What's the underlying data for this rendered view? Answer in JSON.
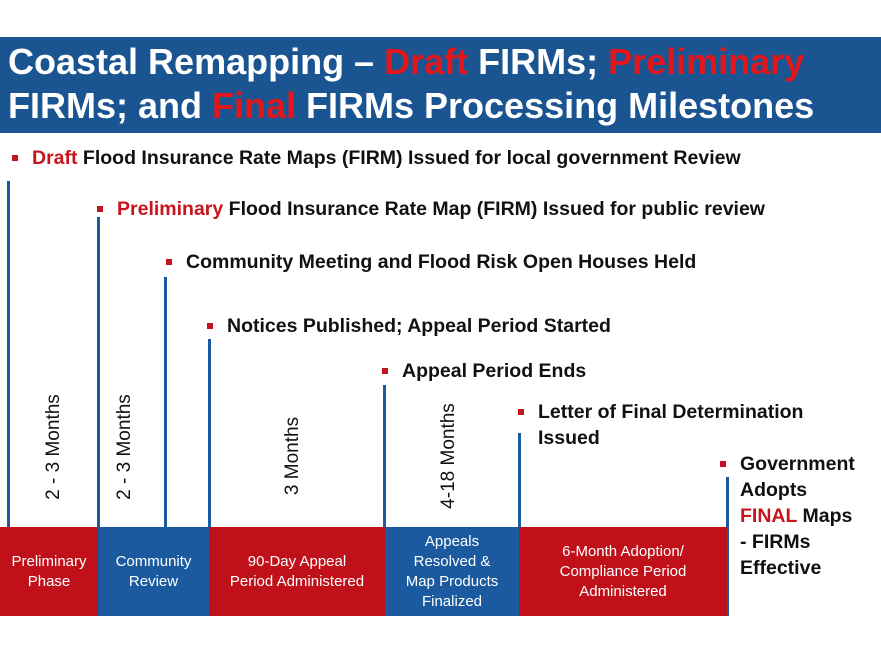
{
  "title": {
    "line1": [
      {
        "text": "Coastal Remapping – ",
        "accent": false
      },
      {
        "text": "Draft",
        "accent": true
      },
      {
        "text": " FIRMs; ",
        "accent": false
      },
      {
        "text": "Preliminary",
        "accent": true
      }
    ],
    "line2": [
      {
        "text": "FIRMs; and ",
        "accent": false
      },
      {
        "text": "Final",
        "accent": true
      },
      {
        "text": " FIRMs Processing Milestones",
        "accent": false
      }
    ]
  },
  "milestones": [
    {
      "highlight": "Draft",
      "text": " Flood Insurance Rate Maps (FIRM) Issued for local government Review"
    },
    {
      "highlight": "Preliminary",
      "text": " Flood Insurance Rate Map (FIRM) Issued for public review"
    },
    {
      "highlight": "",
      "text": "Community Meeting and Flood Risk Open Houses Held"
    },
    {
      "highlight": "",
      "text": "Notices Published; Appeal Period Started"
    },
    {
      "highlight": "",
      "text": "Appeal Period Ends"
    },
    {
      "highlight": "",
      "lines": [
        "Letter of Final Determination",
        "Issued"
      ]
    },
    {
      "lines": [
        "Government",
        "Adopts",
        "FINAL| Maps",
        "- FIRMs",
        "Effective"
      ]
    }
  ],
  "durations": [
    "2 - 3 Months",
    "2 - 3 Months",
    "3  Months",
    "4-18 Months"
  ],
  "phases": [
    {
      "label": "Preliminary\nPhase",
      "color": "red"
    },
    {
      "label": "Community\nReview",
      "color": "blue"
    },
    {
      "label": "90-Day Appeal\nPeriod Administered",
      "color": "red"
    },
    {
      "label": "Appeals\nResolved &\nMap Products\nFinalized",
      "color": "blue"
    },
    {
      "label": "6-Month Adoption/\nCompliance Period\nAdministered",
      "color": "red"
    }
  ],
  "colors": {
    "title_bg": "#1a5592",
    "accent_red": "#e3161b",
    "phase_red": "#c0111b",
    "phase_blue": "#1c5aa0",
    "bullet": "#c0141f"
  }
}
